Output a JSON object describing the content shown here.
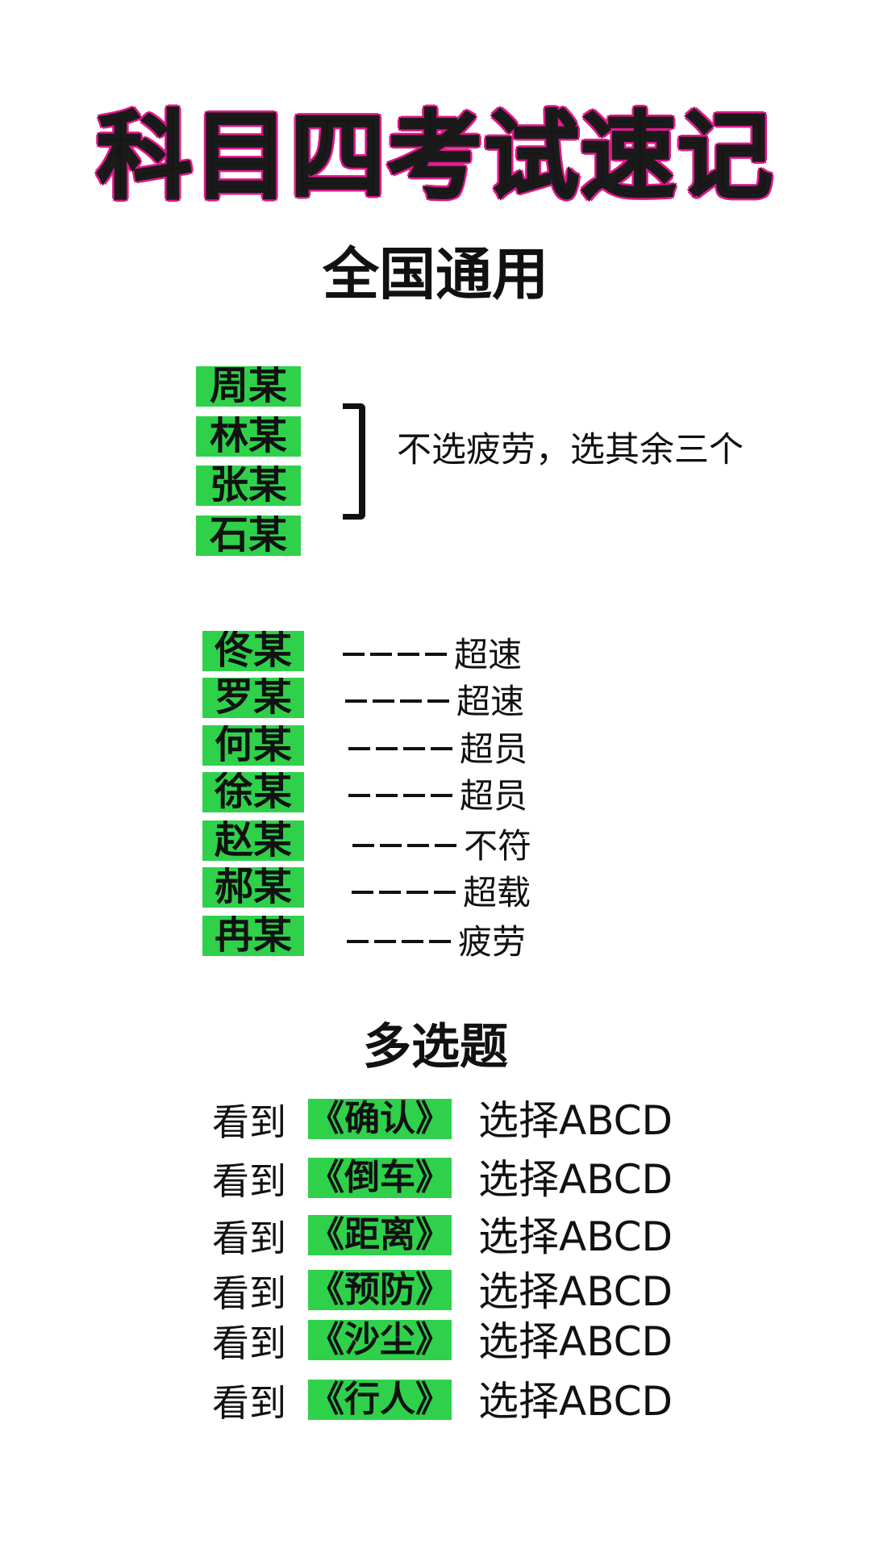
{
  "title": "科目四考试速记",
  "subtitle": "全国通用",
  "group1": {
    "names": [
      "周某",
      "林某",
      "张某",
      "石某"
    ],
    "note": "不选疲劳，选其余三个"
  },
  "group2": {
    "items": [
      {
        "name": "佟某",
        "result": "超速"
      },
      {
        "name": "罗某",
        "result": "超速"
      },
      {
        "name": "何某",
        "result": "超员"
      },
      {
        "name": "徐某",
        "result": "超员"
      },
      {
        "name": "赵某",
        "result": "不符"
      },
      {
        "name": "郝某",
        "result": "超载"
      },
      {
        "name": "冉某",
        "result": "疲劳"
      }
    ]
  },
  "multi_choice": {
    "title": "多选题",
    "rows": [
      {
        "see": "看到",
        "keyword": "《确认》",
        "answer": "选择ABCD"
      },
      {
        "see": "看到",
        "keyword": "《倒车》",
        "answer": "选择ABCD"
      },
      {
        "see": "看到",
        "keyword": "《距离》",
        "answer": "选择ABCD"
      },
      {
        "see": "看到",
        "keyword": "《预防》",
        "answer": "选择ABCD"
      },
      {
        "see": "看到",
        "keyword": "《沙尘》",
        "answer": "选择ABCD"
      },
      {
        "see": "看到",
        "keyword": "《行人》",
        "answer": "选择ABCD"
      }
    ]
  },
  "colors": {
    "highlight": "#2fd14b",
    "title_glow": "#e0198a",
    "text": "#111111",
    "background": "#ffffff"
  }
}
